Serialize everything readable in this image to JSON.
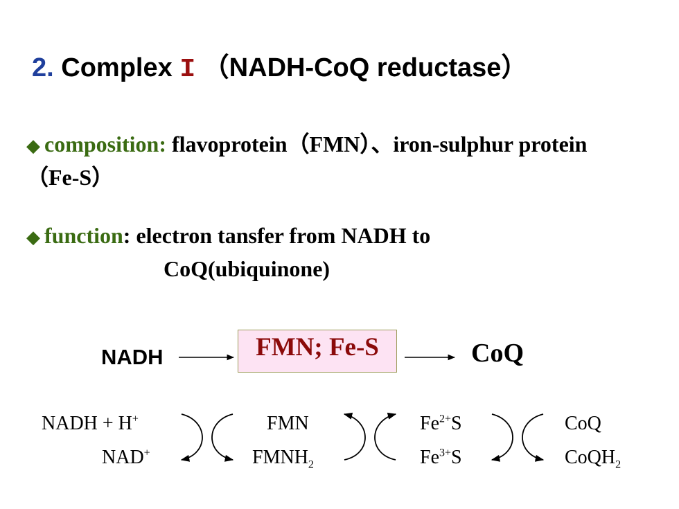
{
  "title": {
    "number": "2.",
    "prefix": "Complex ",
    "roman": "I",
    "rest": " （NADH-CoQ reductase）"
  },
  "composition": {
    "label": "composition:",
    "text": " flavoprotein（FMN）、iron-sulphur protein（Fe-S）"
  },
  "function": {
    "label": "function",
    "colon": ":",
    "line1": " electron tansfer from NADH to",
    "line2": "CoQ(ubiquinone)"
  },
  "main_flow": {
    "start": "NADH",
    "middle": "FMN; Fe-S",
    "end": "CoQ",
    "box_fill": "#fde3f3",
    "middle_color": "#8b0a0a"
  },
  "reactions": {
    "nadh": "NADH + H",
    "nadh_sup": "+",
    "nad": "NAD",
    "nad_sup": "+",
    "fmn": "FMN",
    "fmnh": "FMNH",
    "fmnh_sub": "2",
    "fe2_pre": "Fe",
    "fe2_sup": "2+",
    "fe2_post": "S",
    "fe3_pre": "Fe",
    "fe3_sup": "3+",
    "fe3_post": "S",
    "coq": "CoQ",
    "coqh": "CoQH",
    "coqh_sub": "2"
  },
  "colors": {
    "title_number": "#1f3f9c",
    "roman": "#9b0f0f",
    "bullet_label": "#3a6b12"
  }
}
